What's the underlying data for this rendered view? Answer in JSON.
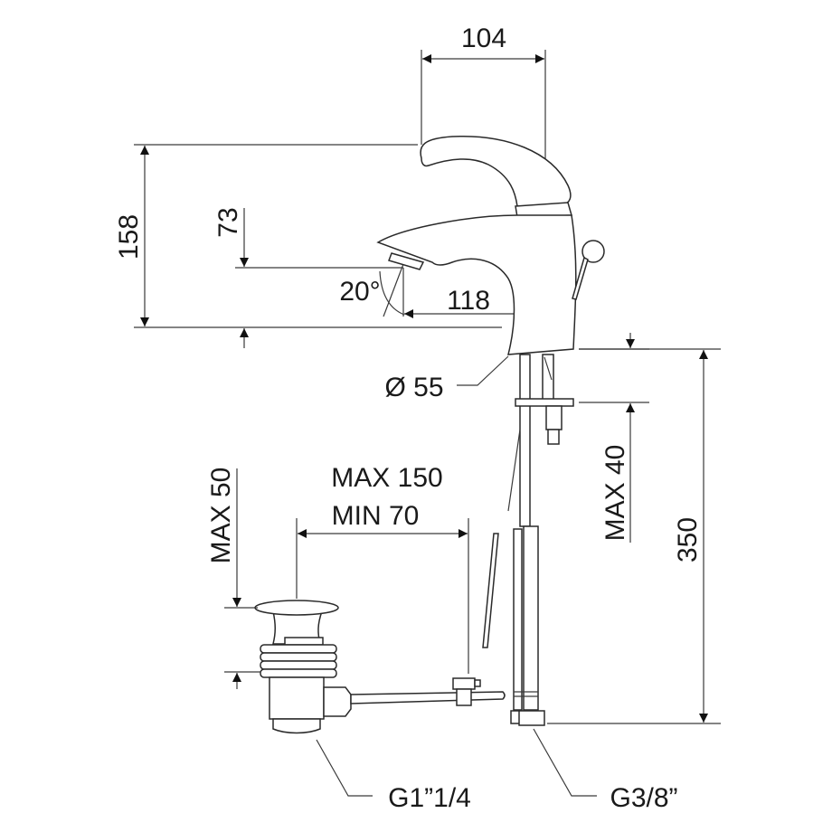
{
  "labels": {
    "width_top": "104",
    "height_total": "158",
    "spout_height": "73",
    "angle": "20°",
    "spout_reach": "118",
    "base_diameter": "Ø 55",
    "max_deck": "MAX 40",
    "hose_length": "350",
    "drain_max": "MAX 50",
    "rod_max": "MAX 150",
    "rod_min": "MIN 70",
    "drain_thread": "G1”1/4",
    "supply_thread": "G3/8”"
  },
  "colors": {
    "line": "#2a2a2a",
    "background": "#ffffff"
  }
}
